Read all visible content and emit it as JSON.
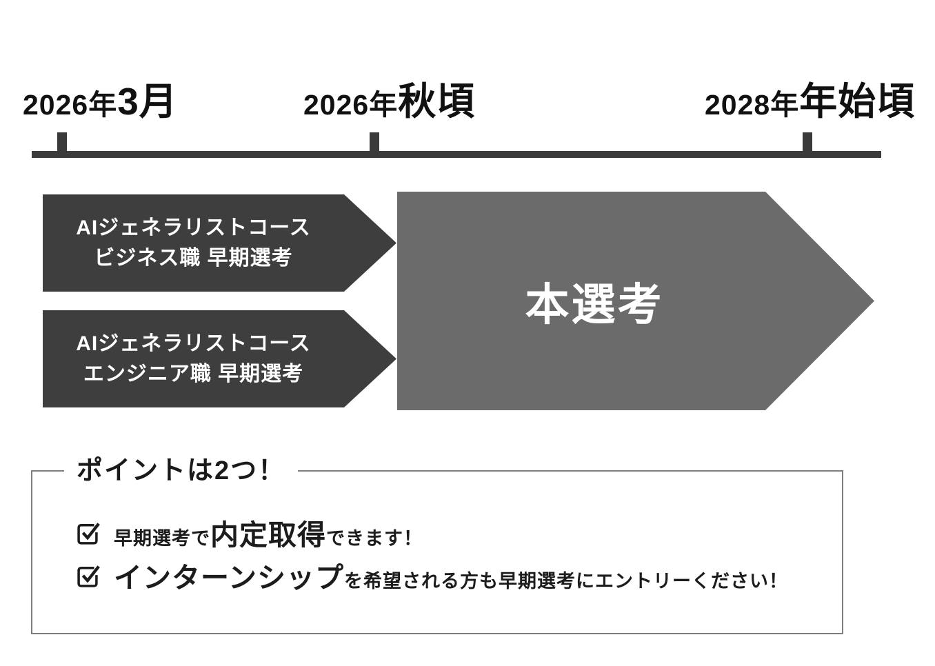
{
  "timeline": {
    "labels": [
      {
        "prefix": "2026年",
        "emphasis": "3月"
      },
      {
        "prefix": "2026年",
        "emphasis": "秋頃"
      },
      {
        "prefix": "2028年",
        "emphasis": "年始頃"
      }
    ]
  },
  "arrows": {
    "early_business": {
      "line1": "AIジェネラリストコース",
      "line2": "ビジネス職 早期選考"
    },
    "early_engineer": {
      "line1": "AIジェネラリストコース",
      "line2": "エンジニア職 早期選考"
    },
    "main_selection": {
      "label": "本選考"
    }
  },
  "points": {
    "title": "ポイントは2つ！",
    "items": [
      {
        "pre": "早期選考で",
        "emphasis": "内定取得",
        "post": "できます！"
      },
      {
        "pre": "",
        "emphasis": "インターンシップ",
        "post": "を希望される方も早期選考にエントリーください！"
      }
    ]
  },
  "colors": {
    "early_arrow": "#3e3e3e",
    "main_arrow": "#6b6b6b",
    "timeline_axis": "#3a3a3a",
    "box_border": "#7e7e7e",
    "text": "#1a1a1a",
    "arrow_text": "#ffffff"
  }
}
